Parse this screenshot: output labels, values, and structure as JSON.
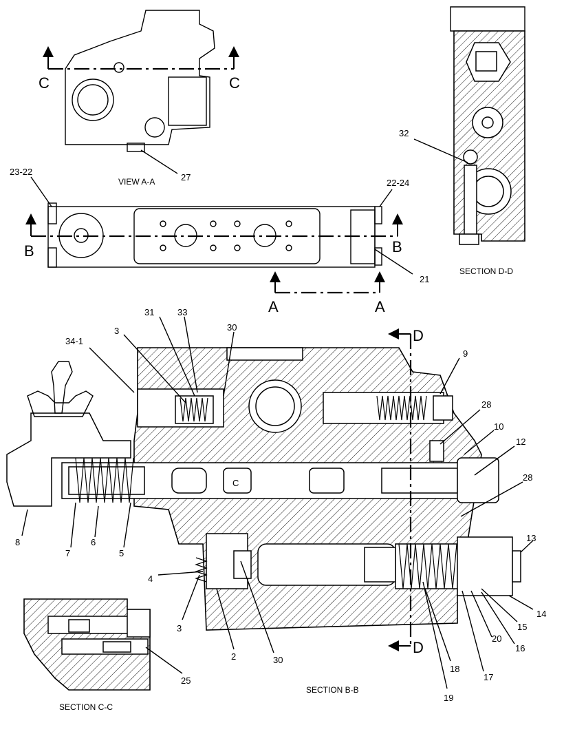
{
  "views": {
    "view_a_caption": "VIEW A-A",
    "section_dd_caption": "SECTION D-D",
    "section_bb_caption": "SECTION B-B",
    "section_cc_caption": "SECTION C-C"
  },
  "section_letters": {
    "c_left": "C",
    "c_right": "C",
    "b_left": "B",
    "b_right": "B",
    "a_left": "A",
    "a_right": "A",
    "d_top": "D",
    "d_bottom": "D"
  },
  "callouts": {
    "c27": "27",
    "c23_22": "23-22",
    "c22_24": "22-24",
    "c21": "21",
    "c32": "32",
    "c31": "31",
    "c33": "33",
    "c3a": "3",
    "c34_1": "34-1",
    "c30a": "30",
    "c9": "9",
    "c28a": "28",
    "c10": "10",
    "c12": "12",
    "c28b": "28",
    "c13": "13",
    "c8": "8",
    "c7": "7",
    "c6": "6",
    "c5": "5",
    "c4": "4",
    "c3b": "3",
    "c2": "2",
    "c30b": "30",
    "c14": "14",
    "c15": "15",
    "c16": "16",
    "c20": "20",
    "c17": "17",
    "c18": "18",
    "c19": "19",
    "c25": "25"
  },
  "spool_mark": "C"
}
